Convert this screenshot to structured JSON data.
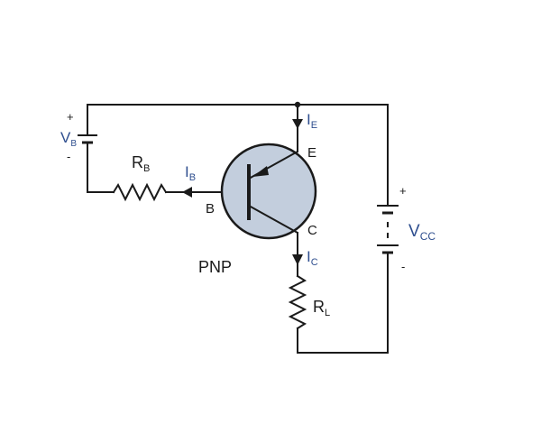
{
  "transistor": {
    "type_label": "PNP",
    "emitter": "E",
    "base": "B",
    "collector": "C"
  },
  "currents": {
    "emitter": {
      "symbol": "I",
      "subscript": "E"
    },
    "base": {
      "symbol": "I",
      "subscript": "B"
    },
    "collector": {
      "symbol": "I",
      "subscript": "C"
    }
  },
  "components": {
    "base_resistor": {
      "symbol": "R",
      "subscript": "B"
    },
    "load_resistor": {
      "symbol": "R",
      "subscript": "L"
    },
    "base_supply": {
      "symbol": "V",
      "subscript": "B",
      "plus": "+",
      "minus": "-"
    },
    "collector_supply": {
      "symbol": "V",
      "subscript": "CC",
      "plus": "+",
      "minus": "-"
    }
  },
  "colors": {
    "wire": "#1a1a1a",
    "transistor_fill": "#c3cedd",
    "label_blue": "#2f4f8f"
  }
}
